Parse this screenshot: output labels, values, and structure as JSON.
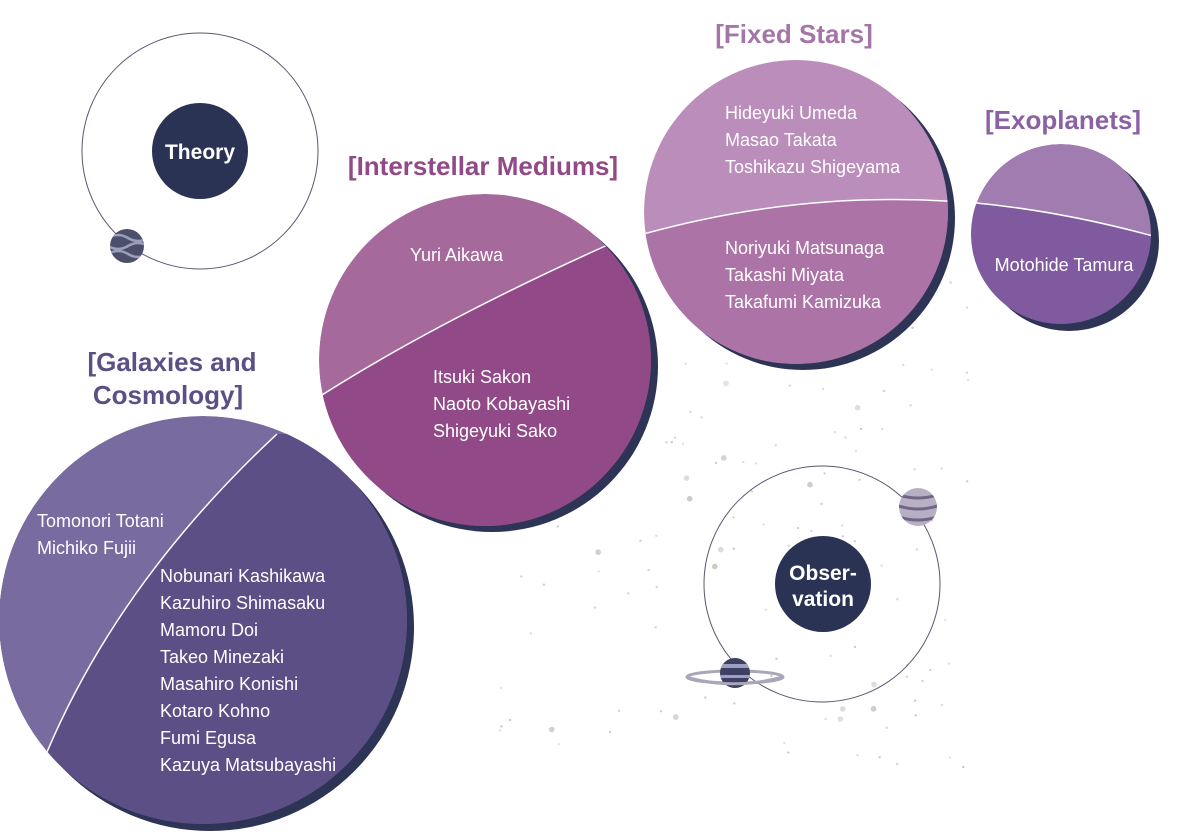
{
  "colors": {
    "navy": "#2b3354",
    "shadow": "#2e3456",
    "violet": "#5b4f86",
    "violet_light": "#776b9f",
    "magenta": "#914a87",
    "magenta_light": "#a6699c",
    "mauve": "#ab73a6",
    "mauve_light": "#bb8dba",
    "purple": "#7f5a9e",
    "purple_light": "#a17cb1",
    "heading_galaxies": "#5b4f86",
    "heading_interstellar": "#914a87",
    "heading_fixed": "#a476a8",
    "heading_exoplanets": "#8a62a4"
  },
  "hubs": {
    "theory": "Theory",
    "observation_line1": "Obser-",
    "observation_line2": "vation"
  },
  "groups": {
    "galaxies": {
      "title_line1": "[Galaxies and",
      "title_line2": "Cosmology]",
      "members_a": [
        "Tomonori Totani",
        "Michiko Fujii"
      ],
      "members_b": [
        "Nobunari Kashikawa",
        "Kazuhiro Shimasaku",
        "Mamoru Doi",
        "Takeo Minezaki",
        "Masahiro Konishi",
        "Kotaro Kohno",
        "Fumi Egusa",
        "Kazuya Matsubayashi"
      ]
    },
    "interstellar": {
      "title": "[Interstellar Mediums]",
      "members_a": [
        "Yuri Aikawa"
      ],
      "members_b": [
        "Itsuki Sakon",
        "Naoto Kobayashi",
        "Shigeyuki Sako"
      ]
    },
    "fixed_stars": {
      "title": "[Fixed Stars]",
      "members_a": [
        "Hideyuki Umeda",
        "Masao Takata",
        "Toshikazu Shigeyama"
      ],
      "members_b": [
        "Noriyuki Matsunaga",
        "Takashi Miyata",
        "Takafumi Kamizuka"
      ]
    },
    "exoplanets": {
      "title": "[Exoplanets]",
      "members_b": [
        "Motohide Tamura"
      ]
    }
  },
  "icons": [
    "planet-icon",
    "striped-planet-icon",
    "ringed-planet-icon",
    "star-dust-icon"
  ]
}
